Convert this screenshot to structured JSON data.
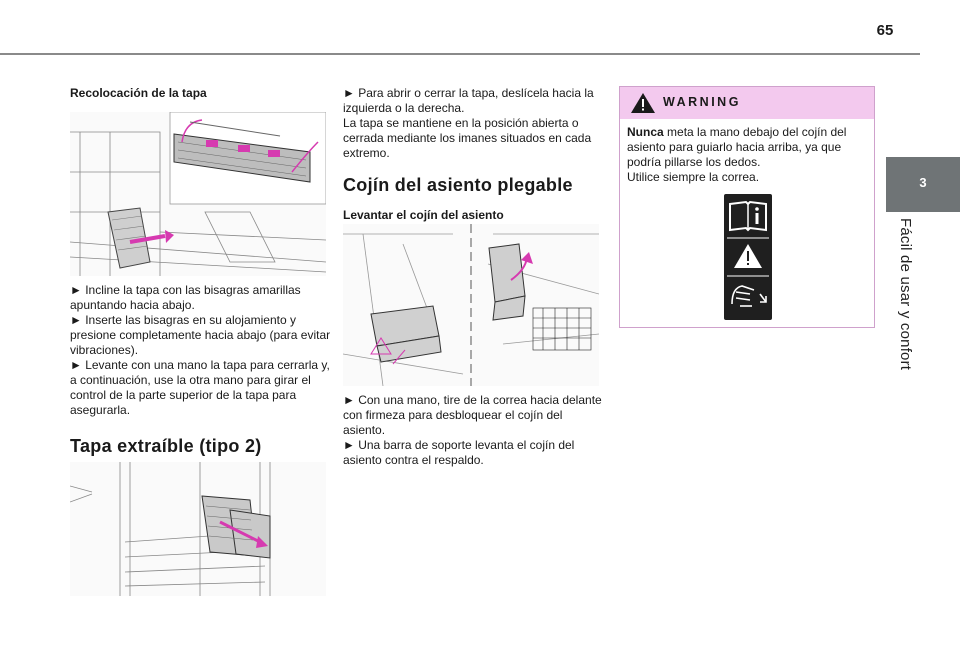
{
  "header": {
    "page_number": "65"
  },
  "chapter": {
    "number": "3",
    "title": "Fácil de usar y confort"
  },
  "col1": {
    "heading": "Recolocación de la tapa",
    "steps": [
      "► Incline la tapa con las bisagras amarillas apuntando hacia abajo.",
      "► Inserte las bisagras en su alojamiento y presione completamente hacia abajo (para evitar vibraciones).",
      "► Levante con una mano la tapa para cerrarla y, a continuación, use la otra mano para girar el control de la parte superior de la tapa para asegurarla."
    ],
    "section_title": "Tapa extraíble (tipo 2)"
  },
  "col2": {
    "intro": "► Para abrir o cerrar la tapa, deslícela hacia la izquierda o la derecha.",
    "intro2": "La tapa se mantiene en la posición abierta o cerrada mediante los imanes situados en cada extremo.",
    "section_title": "Cojín del asiento plegable",
    "subheading": "Levantar el cojín del asiento",
    "steps": [
      "► Con una mano, tire de la correa hacia delante con firmeza para desbloquear el cojín del asiento.",
      "► Una barra de soporte levanta el cojín del asiento contra el respaldo."
    ]
  },
  "warning": {
    "title": "WARNING",
    "bold_word": "Nunca",
    "text": " meta la mano debajo del cojín del asiento para guiarlo hacia arriba, ya que podría pillarse los dedos.",
    "text2": "Utilice siempre la correa.",
    "pictograms": [
      "book-info-icon",
      "warning-triangle-icon",
      "hand-pinch-icon"
    ]
  },
  "colors": {
    "accent_arrow": "#d63ab0",
    "warning_header": "#f3c9ee",
    "chapter_tab": "#6f7476"
  }
}
